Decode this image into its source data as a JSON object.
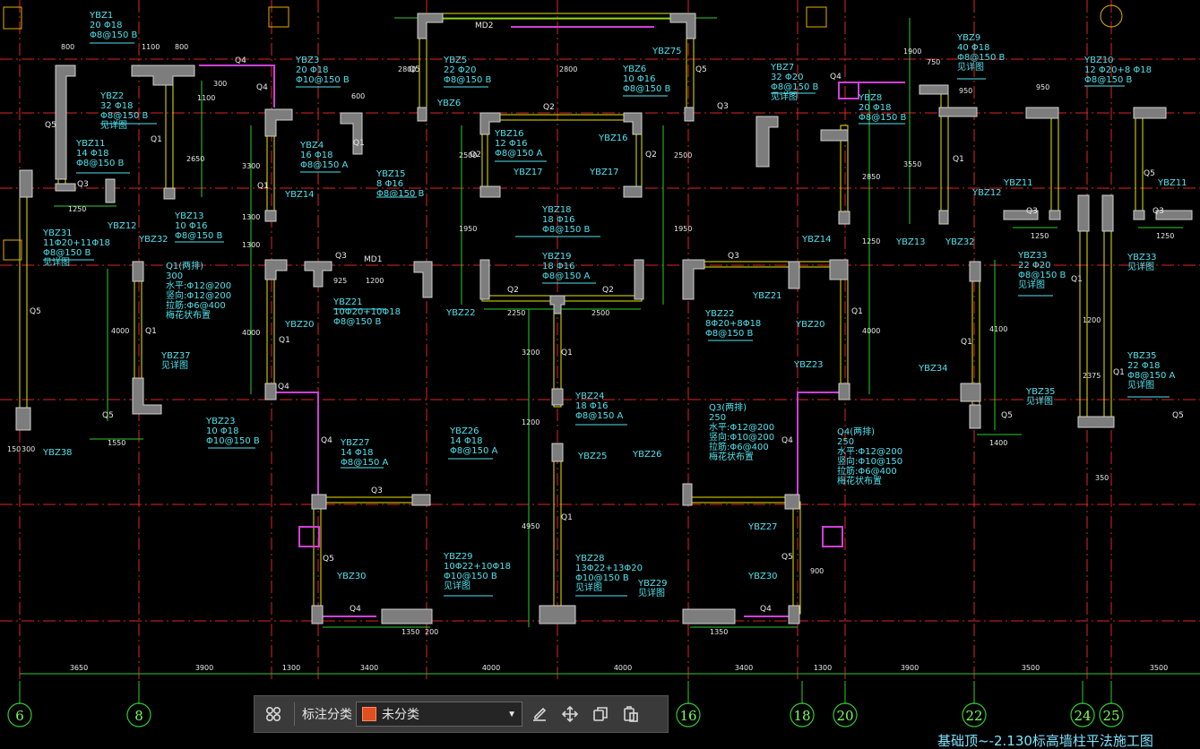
{
  "drawing": {
    "title": "基础顶~-2.130标高墙柱平法施工图",
    "axes": [
      "6",
      "8",
      "16",
      "18",
      "20",
      "22",
      "24",
      "25"
    ],
    "bottom_dims": [
      "3650",
      "3900",
      "1300",
      "3400",
      "4000",
      "4000",
      "3400",
      "1300",
      "3900",
      "3500",
      "3500"
    ],
    "labels": [
      {
        "id": "ybz1",
        "lines": [
          "YBZ1",
          "20 Φ18",
          "Φ8@150 B"
        ]
      },
      {
        "id": "ybz2",
        "lines": [
          "YBZ2",
          "32 Φ18",
          "Φ8@150 B",
          "见详图"
        ]
      },
      {
        "id": "ybz11",
        "lines": [
          "YBZ11",
          "14 Φ18",
          "Φ8@150 B"
        ]
      },
      {
        "id": "ybz12",
        "lines": [
          "YBZ12"
        ]
      },
      {
        "id": "ybz13",
        "lines": [
          "YBZ13",
          "10 Φ16",
          "Φ8@150 B"
        ]
      },
      {
        "id": "ybz31",
        "lines": [
          "YBZ31",
          "11Φ20+11Φ18",
          "Φ8@150 B",
          "见详图"
        ]
      },
      {
        "id": "ybz32",
        "lines": [
          "YBZ32"
        ]
      },
      {
        "id": "q1a",
        "lines": [
          "Q1(两排)",
          "300",
          "水平:Φ12@200",
          "竖向:Φ12@200",
          "拉筋:Φ6@400",
          "梅花状布置"
        ]
      },
      {
        "id": "ybz37",
        "lines": [
          "YBZ37",
          "见详图"
        ]
      },
      {
        "id": "ybz38",
        "lines": [
          "YBZ38"
        ]
      },
      {
        "id": "ybz3",
        "lines": [
          "YBZ3",
          "20 Φ18",
          "Φ10@150 B"
        ]
      },
      {
        "id": "ybz4",
        "lines": [
          "YBZ4",
          "16 Φ18",
          "Φ8@150 A"
        ]
      },
      {
        "id": "ybz14a",
        "lines": [
          "YBZ14"
        ]
      },
      {
        "id": "ybz15",
        "lines": [
          "YBZ15",
          "8 Φ16",
          "Φ8@150 B"
        ]
      },
      {
        "id": "ybz21a",
        "lines": [
          "YBZ21",
          "10Φ20+10Φ18",
          "Φ8@150 B"
        ]
      },
      {
        "id": "ybz20a",
        "lines": [
          "YBZ20"
        ]
      },
      {
        "id": "ybz22a",
        "lines": [
          "YBZ22"
        ]
      },
      {
        "id": "ybz23",
        "lines": [
          "YBZ23",
          "10 Φ18",
          "Φ10@150 B"
        ]
      },
      {
        "id": "ybz5",
        "lines": [
          "YBZ5",
          "22 Φ20",
          "Φ8@150 B"
        ]
      },
      {
        "id": "ybz6a",
        "lines": [
          "YBZ6"
        ]
      },
      {
        "id": "ybz6b",
        "lines": [
          "YBZ6",
          "10 Φ16",
          "Φ8@150 B"
        ]
      },
      {
        "id": "ybz75",
        "lines": [
          "YBZ75"
        ]
      },
      {
        "id": "ybz16a",
        "lines": [
          "YBZ16",
          "12 Φ16",
          "Φ8@150 A"
        ]
      },
      {
        "id": "ybz16b",
        "lines": [
          "YBZ16"
        ]
      },
      {
        "id": "ybz17a",
        "lines": [
          "YBZ17"
        ]
      },
      {
        "id": "ybz17b",
        "lines": [
          "YBZ17"
        ]
      },
      {
        "id": "ybz18",
        "lines": [
          "YBZ18",
          "18 Φ16",
          "Φ8@150 B"
        ]
      },
      {
        "id": "ybz19",
        "lines": [
          "YBZ19",
          "18 Φ16",
          "Φ8@150 A"
        ]
      },
      {
        "id": "ybz24",
        "lines": [
          "YBZ24",
          "18 Φ16",
          "Φ8@150 A"
        ]
      },
      {
        "id": "ybz25",
        "lines": [
          "YBZ25"
        ]
      },
      {
        "id": "ybz26a",
        "lines": [
          "YBZ26",
          "14 Φ18",
          "Φ8@150 A"
        ]
      },
      {
        "id": "ybz26b",
        "lines": [
          "YBZ26"
        ]
      },
      {
        "id": "ybz27a",
        "lines": [
          "YBZ27",
          "14 Φ18",
          "Φ8@150 A"
        ]
      },
      {
        "id": "ybz27b",
        "lines": [
          "YBZ27"
        ]
      },
      {
        "id": "ybz28",
        "lines": [
          "YBZ28",
          "13Φ22+13Φ20",
          "Φ10@150 B",
          "见详图"
        ]
      },
      {
        "id": "ybz29a",
        "lines": [
          "YBZ29",
          "10Φ22+10Φ18",
          "Φ10@150 B",
          "见详图"
        ]
      },
      {
        "id": "ybz29b",
        "lines": [
          "YBZ29",
          "见详图"
        ]
      },
      {
        "id": "ybz30a",
        "lines": [
          "YBZ30"
        ]
      },
      {
        "id": "ybz30b",
        "lines": [
          "YBZ30"
        ]
      },
      {
        "id": "ybz7",
        "lines": [
          "YBZ7",
          "32 Φ20",
          "Φ8@150 B",
          "见详图"
        ]
      },
      {
        "id": "ybz8",
        "lines": [
          "YBZ8",
          "20 Φ18",
          "Φ8@150 B"
        ]
      },
      {
        "id": "ybz14b",
        "lines": [
          "YBZ14"
        ]
      },
      {
        "id": "ybz21b",
        "lines": [
          "YBZ21"
        ]
      },
      {
        "id": "ybz20b",
        "lines": [
          "YBZ20"
        ]
      },
      {
        "id": "ybz22b",
        "lines": [
          "YBZ22",
          "8Φ20+8Φ18",
          "Φ8@150 B"
        ]
      },
      {
        "id": "ybz23b",
        "lines": [
          "YBZ23"
        ]
      },
      {
        "id": "q3b",
        "lines": [
          "Q3(两排)",
          "250",
          "水平:Φ12@200",
          "竖向:Φ10@200",
          "拉筋:Φ6@400",
          "梅花状布置"
        ]
      },
      {
        "id": "q4b",
        "lines": [
          "Q4(两排)",
          "250",
          "水平:Φ12@200",
          "竖向:Φ10@150",
          "拉筋:Φ6@400",
          "梅花状布置"
        ]
      },
      {
        "id": "ybz9",
        "lines": [
          "YBZ9",
          "40 Φ18",
          "Φ8@150 B",
          "见详图"
        ]
      },
      {
        "id": "ybz10",
        "lines": [
          "YBZ10",
          "12 Φ20+8 Φ18",
          "Φ8@150 B"
        ]
      },
      {
        "id": "ybz12b",
        "lines": [
          "YBZ12"
        ]
      },
      {
        "id": "ybz11b",
        "lines": [
          "YBZ11"
        ]
      },
      {
        "id": "ybz11c",
        "lines": [
          "YBZ11"
        ]
      },
      {
        "id": "ybz13b",
        "lines": [
          "YBZ13"
        ]
      },
      {
        "id": "ybz32b",
        "lines": [
          "YBZ32"
        ]
      },
      {
        "id": "ybz33a",
        "lines": [
          "YBZ33",
          "22 Φ20",
          "Φ8@150 B",
          "见详图"
        ]
      },
      {
        "id": "ybz33b",
        "lines": [
          "YBZ33",
          "见详图"
        ]
      },
      {
        "id": "ybz34",
        "lines": [
          "YBZ34"
        ]
      },
      {
        "id": "ybz35a",
        "lines": [
          "YBZ35",
          "见详图"
        ]
      },
      {
        "id": "ybz35b",
        "lines": [
          "YBZ35",
          "22 Φ18",
          "Φ8@150 A",
          "见详图"
        ]
      }
    ],
    "wall_tags": [
      {
        "id": "t1",
        "text": "Q5"
      },
      {
        "id": "t2",
        "text": "Q1"
      },
      {
        "id": "t3",
        "text": "Q3"
      },
      {
        "id": "t4",
        "text": "Q4"
      },
      {
        "id": "t5",
        "text": "Q5"
      },
      {
        "id": "t6",
        "text": "Q1"
      },
      {
        "id": "t7",
        "text": "Q5"
      },
      {
        "id": "t8",
        "text": "Q1"
      },
      {
        "id": "t9",
        "text": "Q4"
      },
      {
        "id": "t10",
        "text": "Q1"
      },
      {
        "id": "t11",
        "text": "Q3"
      },
      {
        "id": "t12",
        "text": "MD1"
      },
      {
        "id": "t13",
        "text": "Q1"
      },
      {
        "id": "t14",
        "text": "Q4"
      },
      {
        "id": "t15",
        "text": "Q5"
      },
      {
        "id": "t16",
        "text": "Q5"
      },
      {
        "id": "t17",
        "text": "Q2"
      },
      {
        "id": "t18",
        "text": "Q2"
      },
      {
        "id": "t19",
        "text": "Q2"
      },
      {
        "id": "t20",
        "text": "Q2"
      },
      {
        "id": "t21",
        "text": "Q2"
      },
      {
        "id": "t22",
        "text": "Q1"
      },
      {
        "id": "t23",
        "text": "Q1"
      },
      {
        "id": "t24",
        "text": "Q4"
      },
      {
        "id": "t25",
        "text": "Q3"
      },
      {
        "id": "t26",
        "text": "Q5"
      },
      {
        "id": "t27",
        "text": "Q4"
      },
      {
        "id": "t28",
        "text": "Q3"
      },
      {
        "id": "t29",
        "text": "Q4"
      },
      {
        "id": "t30",
        "text": "Q5"
      },
      {
        "id": "t31",
        "text": "Q4"
      },
      {
        "id": "t32",
        "text": "Q1"
      },
      {
        "id": "t33",
        "text": "Q1"
      },
      {
        "id": "t34",
        "text": "Q1"
      },
      {
        "id": "t35",
        "text": "Q5"
      },
      {
        "id": "t36",
        "text": "Q3"
      },
      {
        "id": "t37",
        "text": "Q1"
      },
      {
        "id": "t38",
        "text": "Q1"
      },
      {
        "id": "t39",
        "text": "Q3"
      },
      {
        "id": "t40",
        "text": "Q5"
      },
      {
        "id": "t41",
        "text": "MD2"
      },
      {
        "id": "t42",
        "text": "Q5"
      },
      {
        "id": "t43",
        "text": "Q3"
      },
      {
        "id": "t44",
        "text": "Q4"
      }
    ],
    "dim_texts": [
      {
        "id": "d1",
        "text": "800"
      },
      {
        "id": "d2",
        "text": "1100"
      },
      {
        "id": "d3",
        "text": "800"
      },
      {
        "id": "d4",
        "text": "300"
      },
      {
        "id": "d5",
        "text": "1100"
      },
      {
        "id": "d6",
        "text": "2650"
      },
      {
        "id": "d7",
        "text": "1250"
      },
      {
        "id": "d8",
        "text": "1300"
      },
      {
        "id": "d9",
        "text": "4000"
      },
      {
        "id": "d10",
        "text": "1550"
      },
      {
        "id": "d11",
        "text": "150"
      },
      {
        "id": "d12",
        "text": "300"
      },
      {
        "id": "d13",
        "text": "3300"
      },
      {
        "id": "d14",
        "text": "1300"
      },
      {
        "id": "d15",
        "text": "4000"
      },
      {
        "id": "d16",
        "text": "925"
      },
      {
        "id": "d17",
        "text": "1200"
      },
      {
        "id": "d18",
        "text": "600"
      },
      {
        "id": "d19",
        "text": "2800"
      },
      {
        "id": "d20",
        "text": "2800"
      },
      {
        "id": "d21",
        "text": "2500"
      },
      {
        "id": "d22",
        "text": "2500"
      },
      {
        "id": "d23",
        "text": "1950"
      },
      {
        "id": "d24",
        "text": "1950"
      },
      {
        "id": "d25",
        "text": "2250"
      },
      {
        "id": "d26",
        "text": "2500"
      },
      {
        "id": "d27",
        "text": "3200"
      },
      {
        "id": "d28",
        "text": "1200"
      },
      {
        "id": "d29",
        "text": "4950"
      },
      {
        "id": "d30",
        "text": "1350"
      },
      {
        "id": "d31",
        "text": "1350"
      },
      {
        "id": "d32",
        "text": "200"
      },
      {
        "id": "d33",
        "text": "2850"
      },
      {
        "id": "d34",
        "text": "1250"
      },
      {
        "id": "d35",
        "text": "4000"
      },
      {
        "id": "d36",
        "text": "3550"
      },
      {
        "id": "d37",
        "text": "1900"
      },
      {
        "id": "d38",
        "text": "750"
      },
      {
        "id": "d39",
        "text": "950"
      },
      {
        "id": "d40",
        "text": "950"
      },
      {
        "id": "d41",
        "text": "4100"
      },
      {
        "id": "d42",
        "text": "1400"
      },
      {
        "id": "d43",
        "text": "1250"
      },
      {
        "id": "d44",
        "text": "1250"
      },
      {
        "id": "d45",
        "text": "1200"
      },
      {
        "id": "d46",
        "text": "2375"
      },
      {
        "id": "d47",
        "text": "350"
      },
      {
        "id": "d48",
        "text": "900"
      }
    ]
  },
  "toolbar": {
    "label": "标注分类",
    "category_value": "未分类",
    "category_color": "#e0501e",
    "icons": [
      "grid-icon",
      "edit-icon",
      "move-icon",
      "copy-icon",
      "paste-icon"
    ]
  }
}
